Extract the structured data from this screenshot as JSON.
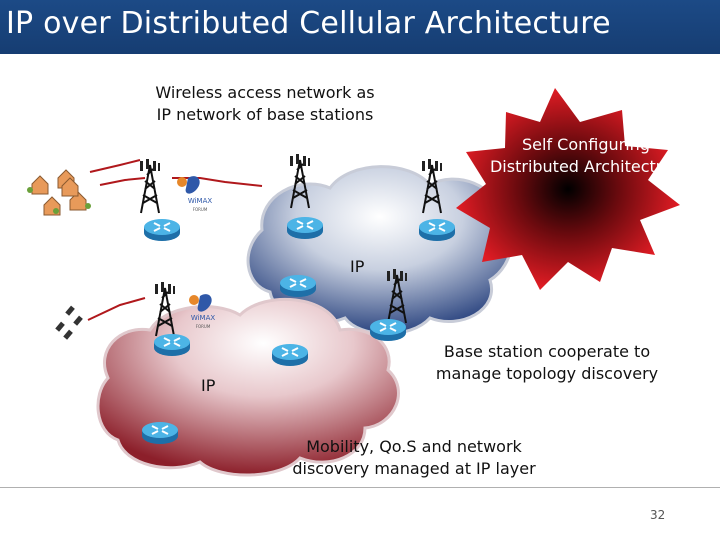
{
  "slide": {
    "title": "IP over Distributed Cellular Architecture",
    "page_number": "32"
  },
  "labels": {
    "wireless_line1": "Wireless access network as",
    "wireless_line2": "IP network of base stations",
    "star_line1": "Self Configuring",
    "star_line2": "Distributed Architecture",
    "ip_upper": "IP",
    "ip_lower": "IP",
    "base_line1": "Base station cooperate to",
    "base_line2": "manage topology discovery",
    "mobility_line1": "Mobility, Qo.S and network",
    "mobility_line2": "discovery managed at IP layer"
  },
  "logos": {
    "wimax": "WiMAX",
    "forum": "FORUM"
  },
  "colors": {
    "title_bar": "#1c4a86",
    "upper_cloud": "#2c4580",
    "lower_cloud": "#8c1f2a",
    "star_burst": "#e01c24",
    "router": "#3aa0d8"
  }
}
